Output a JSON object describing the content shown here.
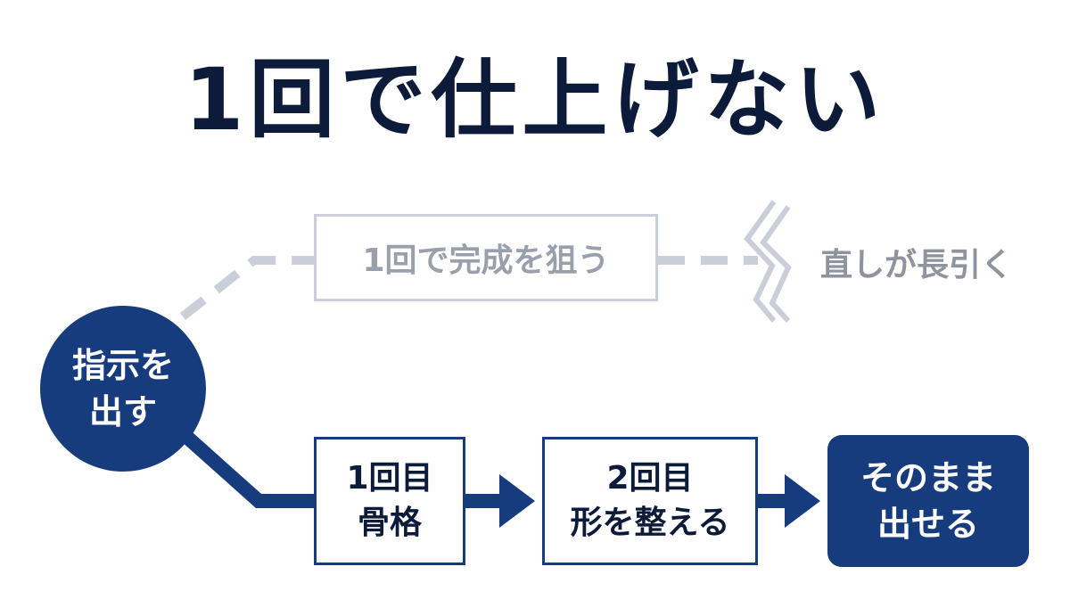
{
  "title": "1回で仕上げない",
  "start": {
    "line1": "指示を",
    "line2": "出す"
  },
  "old_path": {
    "box_label": "1回で完成を狙う",
    "result": "直しが長引く"
  },
  "new_path": {
    "step1": {
      "line1": "1回目",
      "line2": "骨格"
    },
    "step2": {
      "line1": "2回目",
      "line2": "形を整える"
    },
    "final": {
      "line1": "そのまま",
      "line2": "出せる"
    }
  },
  "colors": {
    "navy": "#173c7d",
    "title": "#0d1b3a",
    "faded_line": "#c9ced8",
    "faded_text": "#9aa0ab"
  }
}
